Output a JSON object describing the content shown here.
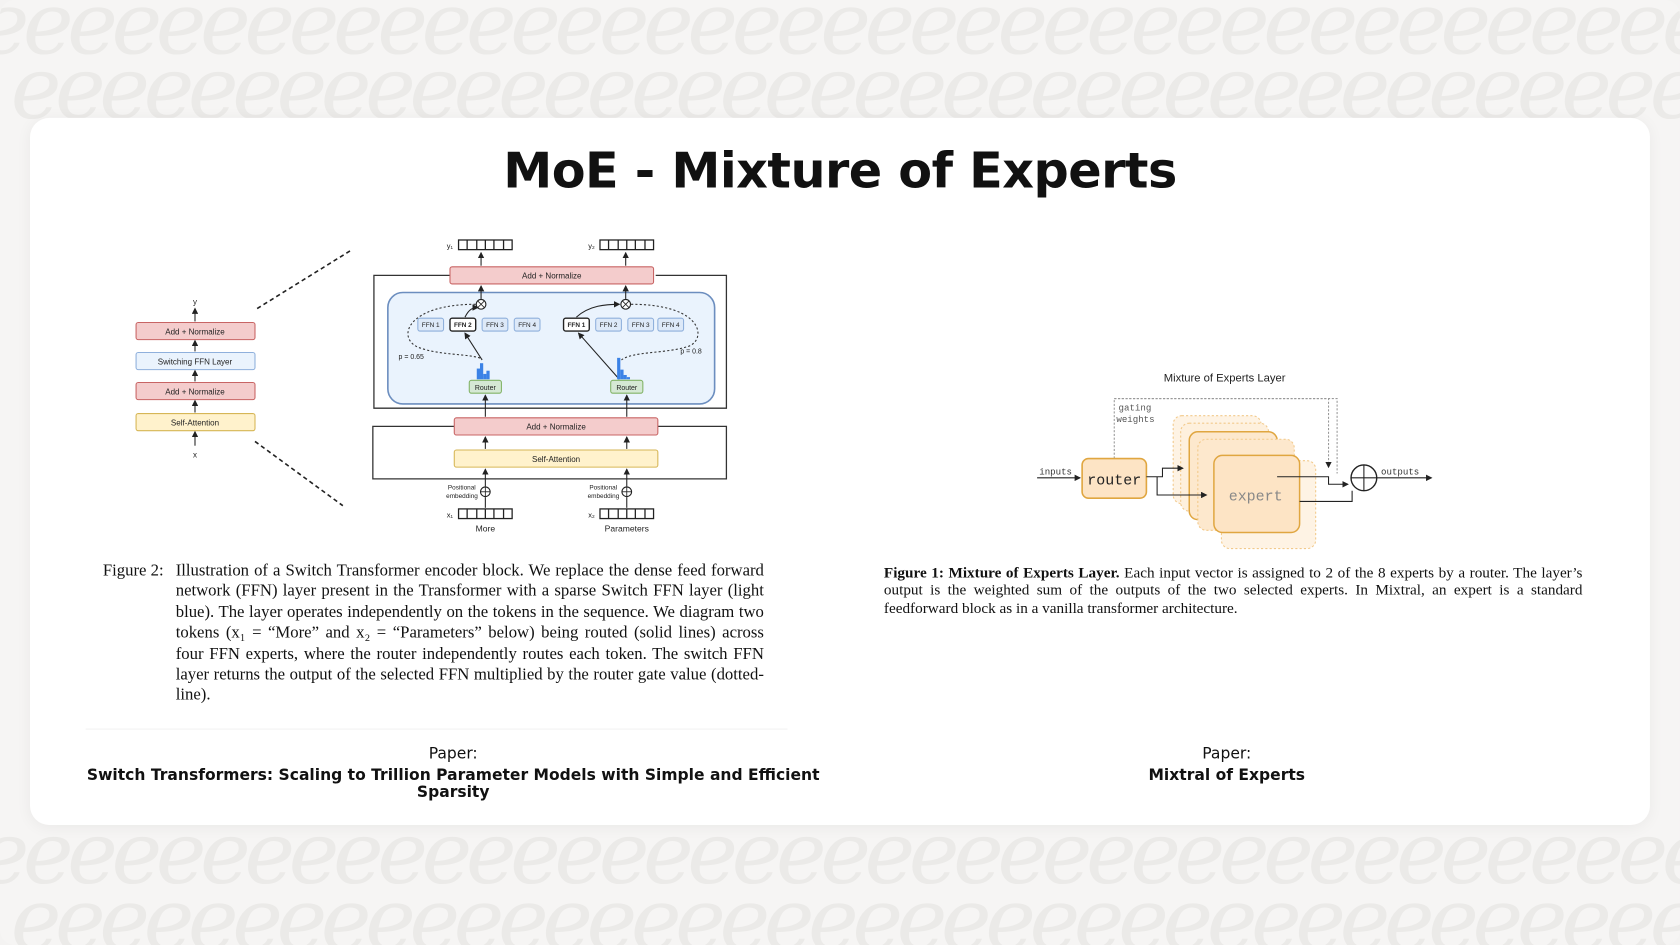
{
  "title": "MoE - Mixture of Experts",
  "left": {
    "diagram": {
      "stack": [
        "Add + Normalize",
        "Switching FFN Layer",
        "Add + Normalize",
        "Self-Attention"
      ],
      "stack_in": "x",
      "stack_out": "y",
      "add_norm_top": "Add + Normalize",
      "add_norm_bottom": "Add + Normalize",
      "self_attention": "Self-Attention",
      "ffn_left": [
        "FFN 1",
        "FFN 2",
        "FFN 3",
        "FFN 4"
      ],
      "ffn_right": [
        "FFN 1",
        "FFN 2",
        "FFN 3",
        "FFN 4"
      ],
      "router": "Router",
      "p_left": "p = 0.65",
      "p_right": "p = 0.8",
      "y1": "y₁",
      "y2": "y₂",
      "x1": "x₁",
      "x2": "x₂",
      "pos_emb_1": "Positional",
      "pos_emb_2": "embedding",
      "token1": "More",
      "token2": "Parameters"
    },
    "caption_label": "Figure 2:",
    "caption": "Illustration of a Switch Transformer encoder block. We replace the dense feed forward network (FFN) layer present in the Transformer with a sparse Switch FFN layer (light blue). The layer operates independently on the tokens in the sequence. We diagram two tokens (x₁ = “More” and x₂ = “Parameters” below) being routed (solid lines) across four FFN experts, where the router independently routes each token. The switch FFN layer returns the output of the selected FFN multiplied by the router gate value (dotted-line).",
    "paper_label": "Paper:",
    "paper_title": "Switch Transformers: Scaling to Trillion Parameter Models with Simple and Efficient Sparsity"
  },
  "right": {
    "diagram": {
      "title": "Mixture of Experts Layer",
      "inputs": "inputs",
      "router": "router",
      "gating_1": "gating",
      "gating_2": "weights",
      "expert": "expert",
      "outputs": "outputs"
    },
    "caption_label": "Figure 1: Mixture of Experts Layer.",
    "caption": "Each input vector is assigned to 2 of the 8 experts by a router. The layer’s output is the weighted sum of the outputs of the two selected experts. In Mixtral, an expert is a standard feedforward block as in a vanilla transformer architecture.",
    "paper_label": "Paper:",
    "paper_title": "Mixtral of Experts"
  },
  "colors": {
    "pink": "#f4cccc",
    "pink_border": "#c86464",
    "blue": "#eaf3fd",
    "blue_border": "#6c8ebf",
    "yellow": "#fff2cc",
    "yellow_border": "#d6b656",
    "orange": "#fde4c5",
    "orange_border": "#e0a640"
  }
}
